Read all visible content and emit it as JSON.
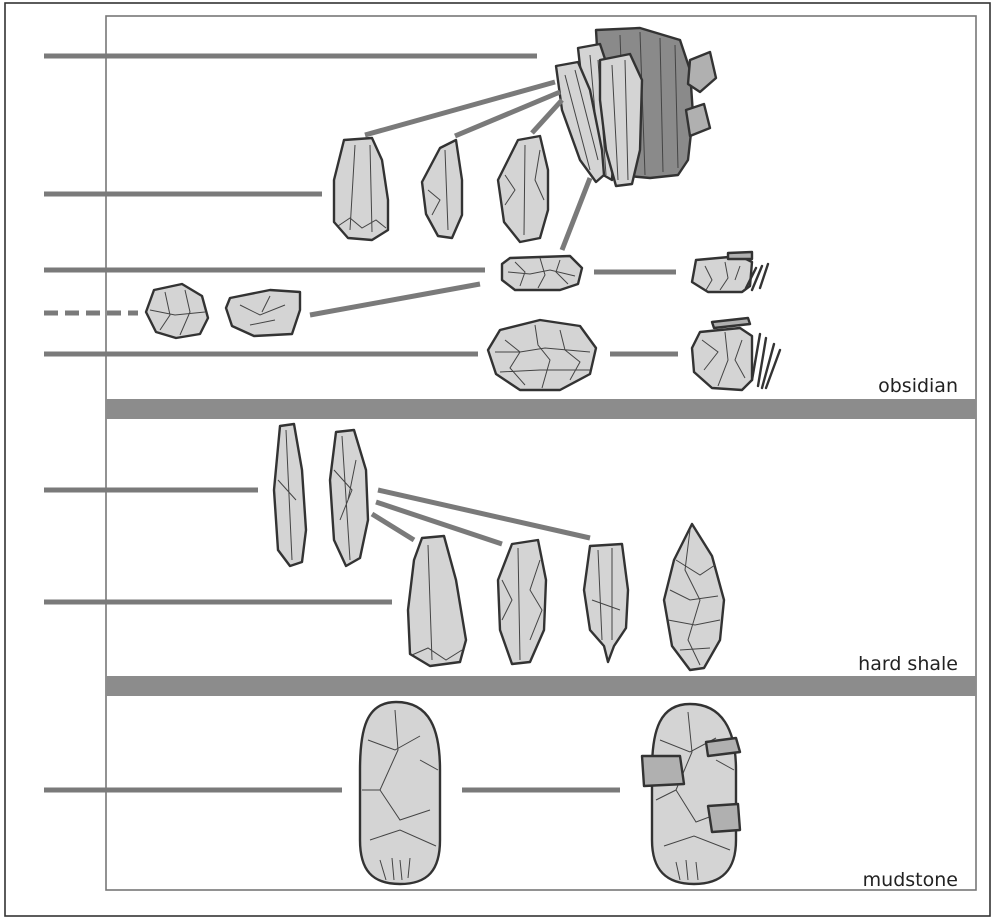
{
  "sections": [
    {
      "id": "obsidian",
      "label": "obsidian"
    },
    {
      "id": "hard-shale",
      "label": "hard shale"
    },
    {
      "id": "mudstone",
      "label": "mudstone"
    }
  ],
  "colors": {
    "stone_fill": "#d4d4d4",
    "core_fill": "#8a8a8a",
    "outline": "#333333",
    "connector": "#7a7a7a",
    "divider": "#8c8c8c"
  }
}
